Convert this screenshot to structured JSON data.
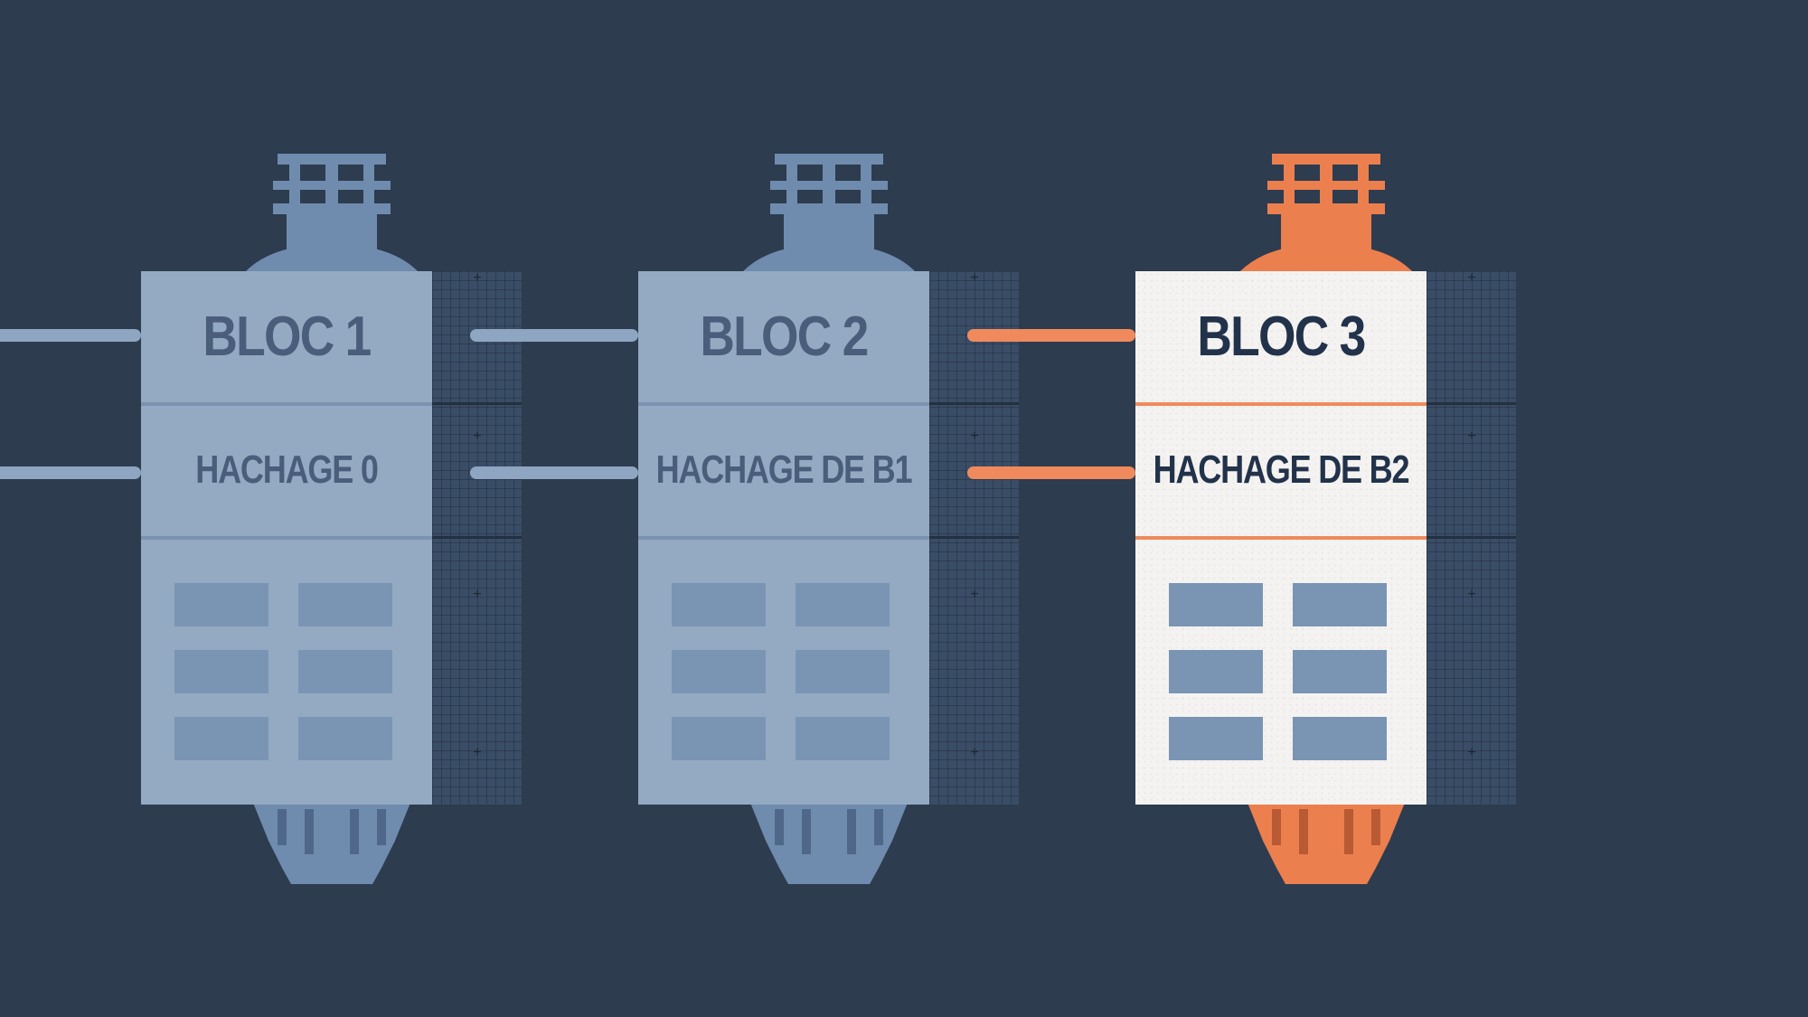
{
  "blocks": [
    {
      "title": "BLOC 1",
      "hash_label": "HACHAGE 0",
      "highlighted": false
    },
    {
      "title": "BLOC 2",
      "hash_label": "HACHAGE DE B1",
      "highlighted": false
    },
    {
      "title": "BLOC 3",
      "hash_label": "HACHAGE DE B2",
      "highlighted": true
    }
  ],
  "colors": {
    "background": "#2d3c4e",
    "block_blue": "#94aac2",
    "block_highlight": "#f4f3f1",
    "accent_orange": "#f08a5d",
    "link_blue": "#8ea6c2",
    "cell_blue": "#7a95b4",
    "text_dark": "#22324a",
    "text_blue": "#4a5e7b"
  },
  "icons": {
    "machine": "gas-cylinder-icon",
    "plus": "plus-icon"
  }
}
